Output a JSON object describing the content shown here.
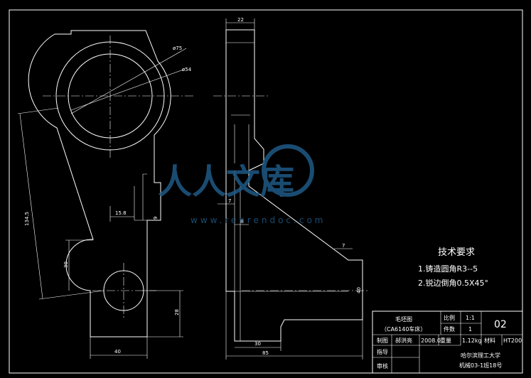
{
  "dimensions": {
    "d_outer": "ø75",
    "d_inner": "ø54",
    "top_width": "22",
    "center_distance": "134.5",
    "d15_8": "15.8",
    "d9": "9",
    "d7_left": "7",
    "d8": "8",
    "d7_right": "7",
    "d30_vert": "30",
    "d28": "28",
    "d40_bottom": "40",
    "d40_right": "40",
    "d30_bottom": "30",
    "d85": "85"
  },
  "watermark": {
    "text": "人人文库",
    "url": "www.renrendoc.com"
  },
  "tech_requirements": {
    "title": "技术要求",
    "items": [
      "1.铸造圆角R3--5",
      "2.锐边倒角0.5X45°"
    ]
  },
  "title_block": {
    "drawing_name": "毛坯图",
    "machine": "（CA6140车床）",
    "scale_label": "比例",
    "scale_value": "1:1",
    "qty_label": "件数",
    "qty_value": "1",
    "drawing_no": "02",
    "drawn_label": "制图",
    "drawn_by": "郝洪亮",
    "date": "2008.0",
    "weight_label": "重量",
    "weight_value": "1.12kg",
    "material_label": "材料",
    "material_value": "HT200",
    "guide_label": "指导",
    "review_label": "审核",
    "school": "哈尔滨理工大学",
    "class": "机械03-1班18号"
  },
  "colors": {
    "background": "#000000",
    "lines": "#ffffff",
    "watermark": "#1f5a86"
  }
}
